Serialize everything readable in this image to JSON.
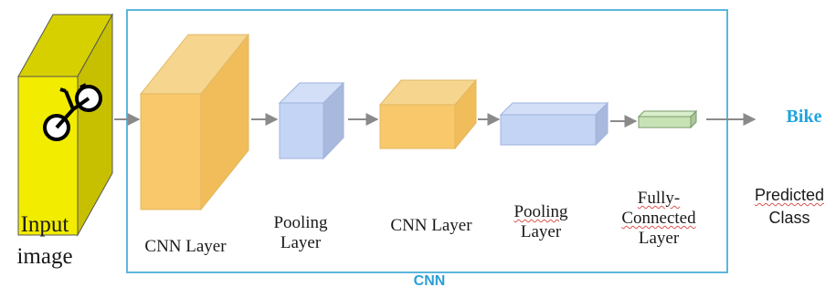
{
  "input": {
    "line1": "Input",
    "line2": "image"
  },
  "cnn_box_label": "CNN",
  "layers": [
    {
      "line1": "CNN Layer",
      "line2": ""
    },
    {
      "line1": "Pooling",
      "line2": "Layer"
    },
    {
      "line1": "CNN Layer",
      "line2": ""
    },
    {
      "line1": "Pooling",
      "line2": "Layer"
    },
    {
      "line1": "Fully-",
      "line2": "Connected",
      "line3": "Layer"
    }
  ],
  "output": {
    "class_name": "Bike",
    "line1": "Predicted",
    "line2": "Class"
  },
  "colors": {
    "cnn_border": "#5bb6dd",
    "cnn_label": "#2a9fd6",
    "bike_text": "#1fa3e0",
    "cnn_block": "#f9c86a",
    "pool_block": "#c4d4f4",
    "fc_block": "#c7e3b6",
    "input_face": "#f2ec00",
    "arrow": "#8a8a8a"
  },
  "icons": {
    "input_image": "bicycle-icon"
  }
}
